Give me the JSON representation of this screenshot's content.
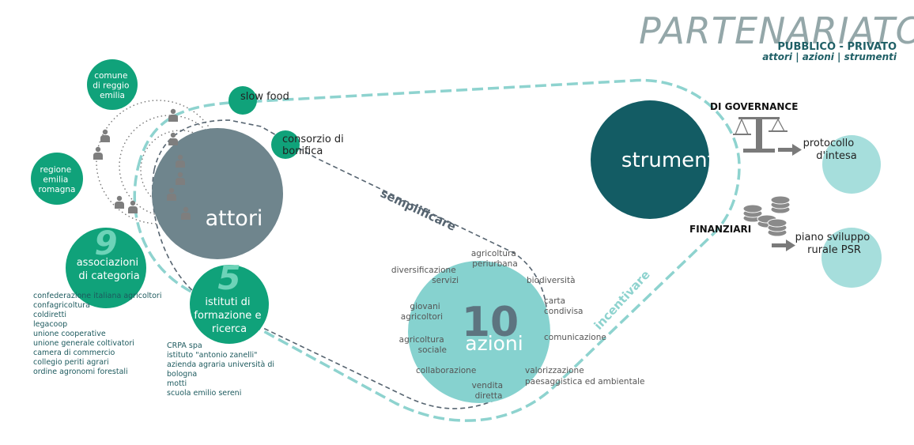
{
  "header": {
    "title": "PARTENARIATO",
    "subtitle": "PUBBLICO - PRIVATO",
    "tagline": "attori | azioni | strumenti"
  },
  "colors": {
    "green": "#10a27a",
    "slate": "#6f858d",
    "teal_light": "#86d2cf",
    "teal_dark": "#135c64",
    "dash_light": "#8ed3cf",
    "dash_dark": "#566470"
  },
  "hubs": {
    "attori": "attori",
    "azioni_number": "10",
    "azioni": "azioni",
    "strumenti": "strumenti"
  },
  "actors": {
    "comune": [
      "comune",
      "di reggio",
      "emilia"
    ],
    "regione": [
      "regione",
      "emilia",
      "romagna"
    ],
    "slow_food": "slow food",
    "consorzio": [
      "consorzio di",
      "bonifica"
    ],
    "associazioni_count": "9",
    "associazioni": [
      "associazioni",
      "di categoria"
    ],
    "istituti_count": "5",
    "istituti": [
      "istituti di",
      "formazione e",
      "ricerca"
    ]
  },
  "associazioni_list": [
    "confederazione italiana agricoltori",
    "confagricoltura",
    "coldiretti",
    "legacoop",
    "unione cooperative",
    "unione generale coltivatori",
    "camera di commercio",
    "collegio periti agrari",
    "ordine agronomi forestali"
  ],
  "istituti_list": [
    "CRPA spa",
    "istituto \"antonio zanelli\"",
    "azienda agraria università di",
    "bologna",
    "motti",
    "scuola emilio sereni"
  ],
  "azioni_items": {
    "agricoltura_periurbana": [
      "agricoltura",
      "periurbana"
    ],
    "diversificazione": [
      "diversificazione",
      "servizi"
    ],
    "biodiversita": [
      "biodiversità"
    ],
    "giovani": [
      "giovani",
      "agricoltori"
    ],
    "carta": [
      "carta",
      "condivisa"
    ],
    "agricoltura_sociale": [
      "agricoltura",
      "sociale"
    ],
    "comunicazione": [
      "comunicazione"
    ],
    "collaborazione": [
      "collaborazione"
    ],
    "valorizzazione": [
      "valorizzazione",
      "paesaggistica ed ambientale"
    ],
    "vendita": [
      "vendita",
      "diretta"
    ]
  },
  "connectors": {
    "semplificare": "semplificare",
    "incentivare": "incentivare"
  },
  "strumenti": {
    "governance": "DI GOVERNANCE",
    "finanziari": "FINANZIARI",
    "protocollo": [
      "protocollo",
      "d'intesa"
    ],
    "psr": [
      "piano sviluppo",
      "rurale PSR"
    ]
  },
  "icons": {
    "people": "person-icon",
    "scale": "balance-scale-icon",
    "coins": "coin-stack-icon",
    "arrow": "arrow-right-icon"
  }
}
